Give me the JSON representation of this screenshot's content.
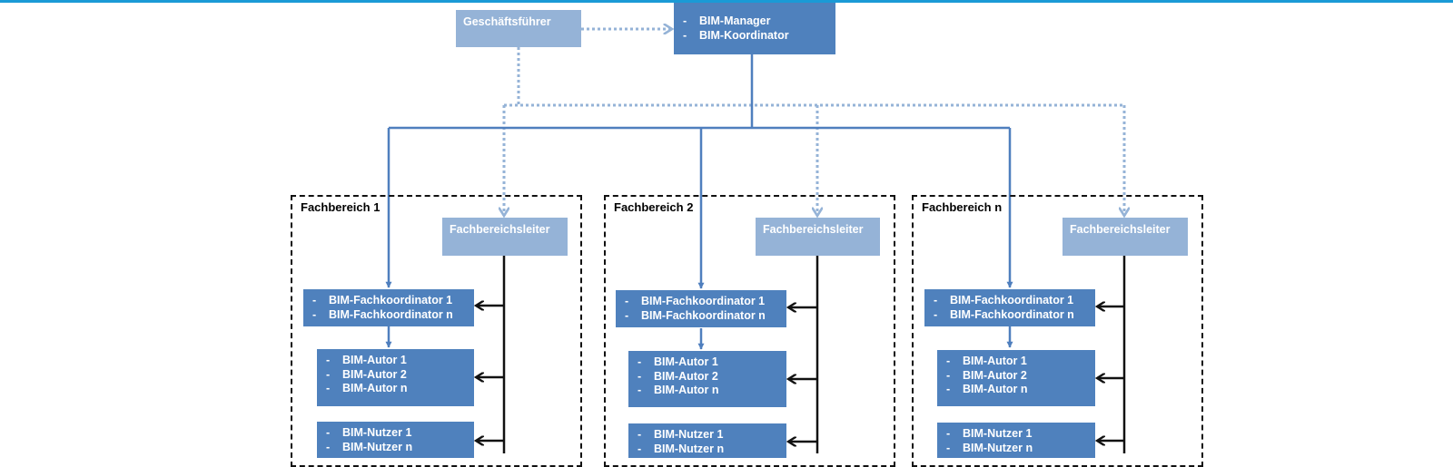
{
  "colors": {
    "accent": "#1a9ad6",
    "dark_box": "#4f81bd",
    "light_box": "#95b3d7",
    "dotted_line": "#95b3d7",
    "solid_line": "#4f7fbe",
    "black": "#111111"
  },
  "top": {
    "geschaeftsfuehrer": "Geschäftsführer",
    "manager_box": {
      "dash": "-",
      "items": [
        "BIM-Manager",
        "BIM-Koordinator"
      ]
    }
  },
  "departments": [
    {
      "title": "Fachbereich 1",
      "leiter": "Fachbereichsleiter",
      "fachkoordinatoren": [
        "BIM-Fachkoordinator 1",
        "BIM-Fachkoordinator n"
      ],
      "autoren": [
        "BIM-Autor 1",
        "BIM-Autor 2",
        "BIM-Autor n"
      ],
      "nutzer": [
        "BIM-Nutzer 1",
        "BIM-Nutzer n"
      ]
    },
    {
      "title": "Fachbereich 2",
      "leiter": "Fachbereichsleiter",
      "fachkoordinatoren": [
        "BIM-Fachkoordinator 1",
        "BIM-Fachkoordinator n"
      ],
      "autoren": [
        "BIM-Autor 1",
        "BIM-Autor 2",
        "BIM-Autor n"
      ],
      "nutzer": [
        "BIM-Nutzer 1",
        "BIM-Nutzer n"
      ]
    },
    {
      "title": "Fachbereich n",
      "leiter": "Fachbereichsleiter",
      "fachkoordinatoren": [
        "BIM-Fachkoordinator 1",
        "BIM-Fachkoordinator n"
      ],
      "autoren": [
        "BIM-Autor 1",
        "BIM-Autor 2",
        "BIM-Autor n"
      ],
      "nutzer": [
        "BIM-Nutzer 1",
        "BIM-Nutzer n"
      ]
    }
  ]
}
